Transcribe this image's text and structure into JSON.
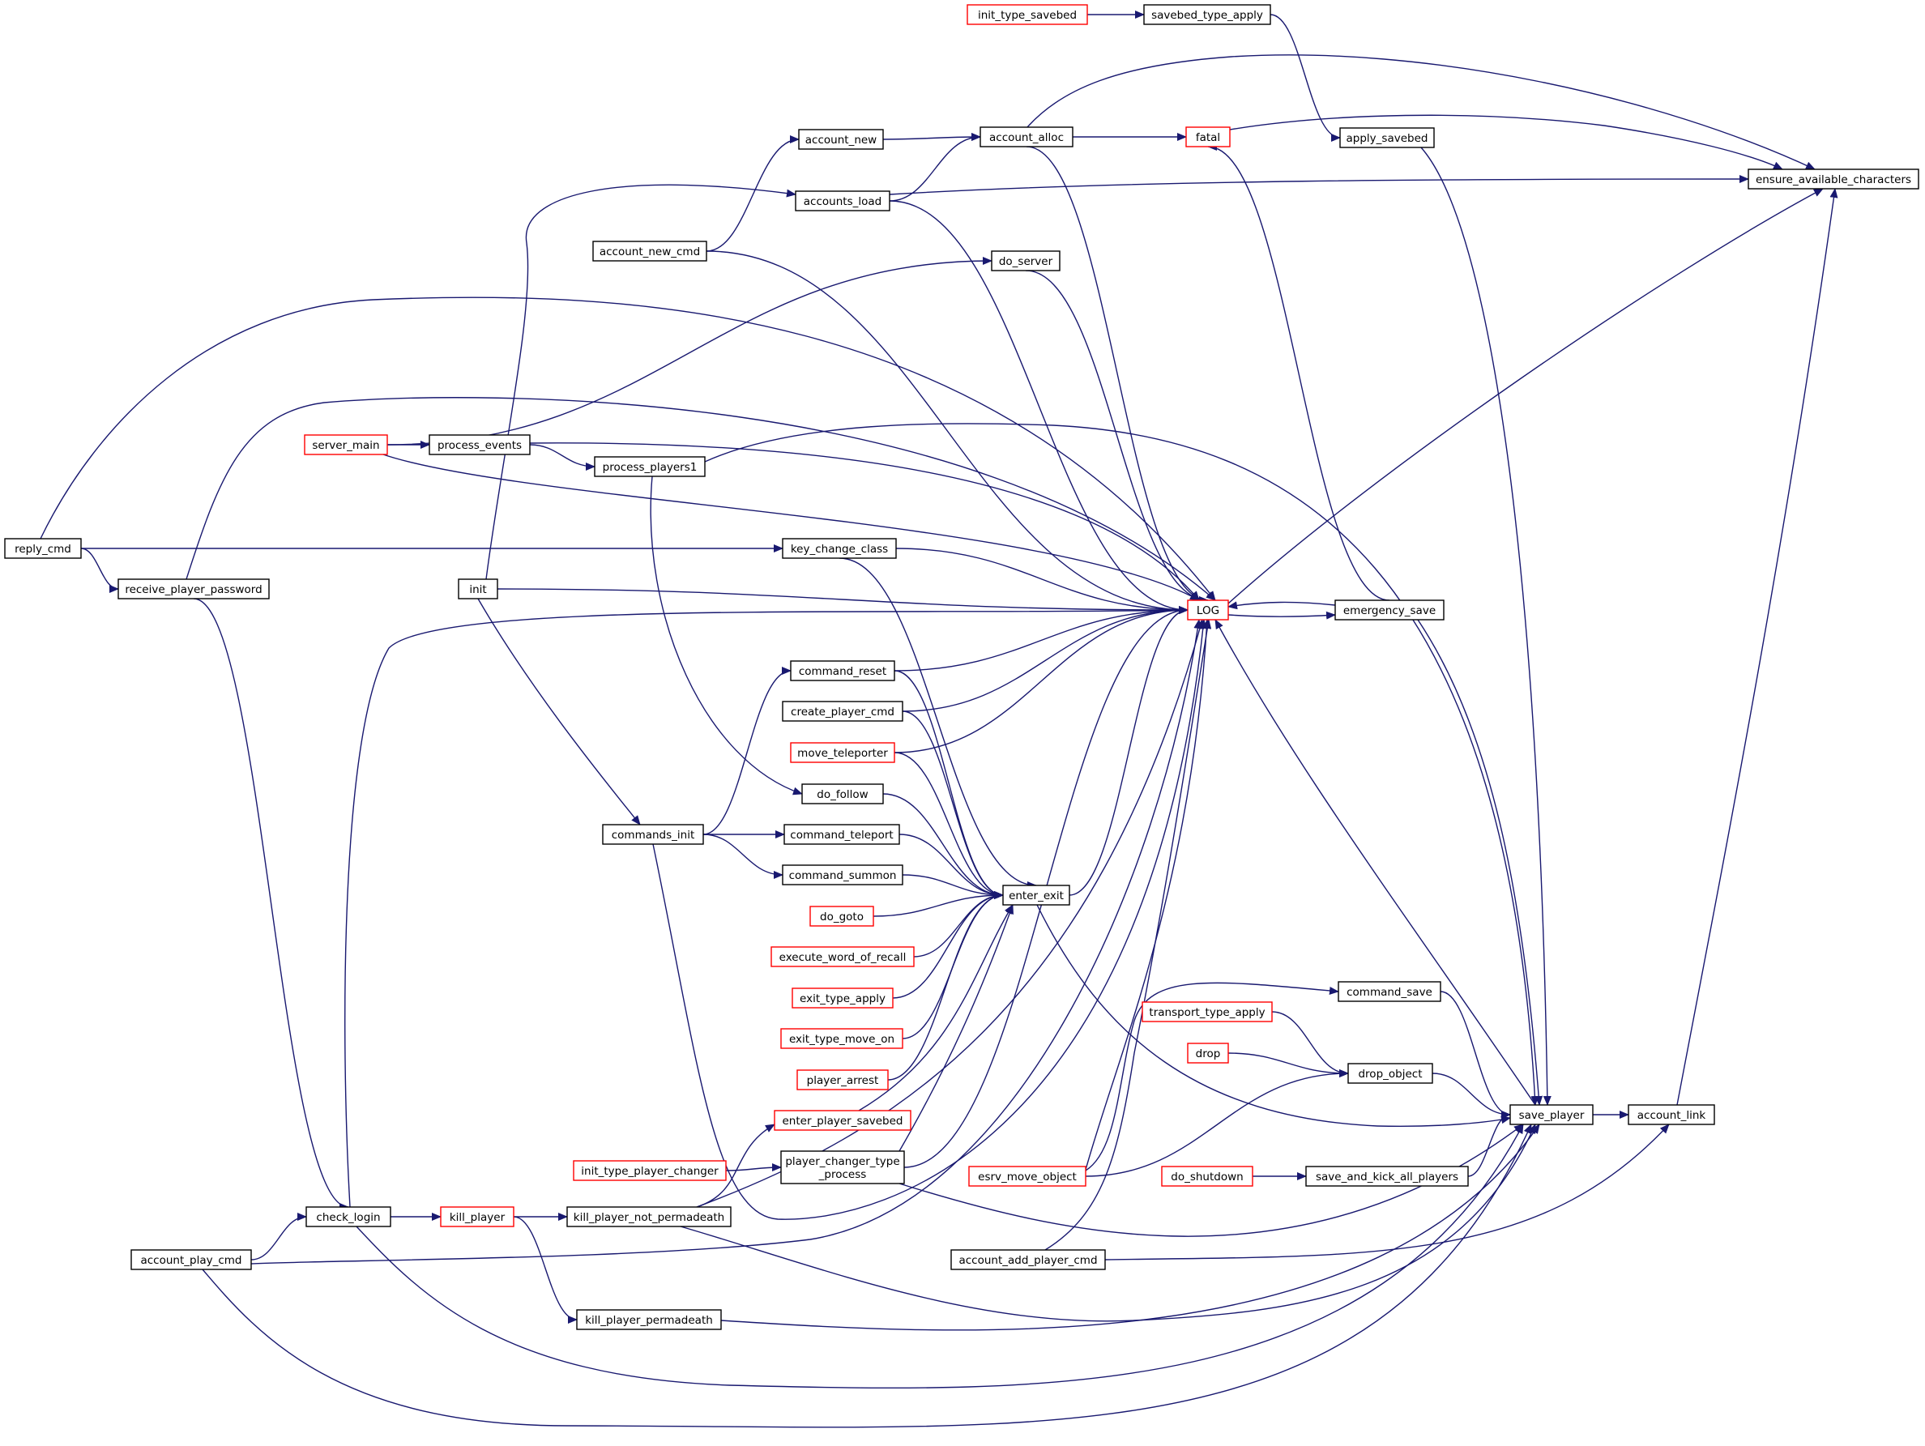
{
  "graph": {
    "colors": {
      "edge": "#191970",
      "node_border": "#000000",
      "node_border_truncated": "#ff0000",
      "highlight_fill": "#bfbfbf",
      "text": "#000000"
    },
    "nodes": {
      "ensure_available_characters": {
        "label": "ensure_available_characters",
        "style": "highlight"
      },
      "init_type_savebed": {
        "label": "init_type_savebed",
        "style": "truncated"
      },
      "savebed_type_apply": {
        "label": "savebed_type_apply",
        "style": "normal"
      },
      "apply_savebed": {
        "label": "apply_savebed",
        "style": "normal"
      },
      "account_new": {
        "label": "account_new",
        "style": "normal"
      },
      "account_alloc": {
        "label": "account_alloc",
        "style": "normal"
      },
      "fatal": {
        "label": "fatal",
        "style": "truncated"
      },
      "accounts_load": {
        "label": "accounts_load",
        "style": "normal"
      },
      "account_new_cmd": {
        "label": "account_new_cmd",
        "style": "normal"
      },
      "do_server": {
        "label": "do_server",
        "style": "normal"
      },
      "server_main": {
        "label": "server_main",
        "style": "truncated"
      },
      "process_events": {
        "label": "process_events",
        "style": "normal"
      },
      "process_players1": {
        "label": "process_players1",
        "style": "normal"
      },
      "reply_cmd": {
        "label": "reply_cmd",
        "style": "normal"
      },
      "receive_player_password": {
        "label": "receive_player_password",
        "style": "normal"
      },
      "key_change_class": {
        "label": "key_change_class",
        "style": "normal"
      },
      "init": {
        "label": "init",
        "style": "normal"
      },
      "LOG": {
        "label": "LOG",
        "style": "truncated"
      },
      "emergency_save": {
        "label": "emergency_save",
        "style": "normal"
      },
      "command_reset": {
        "label": "command_reset",
        "style": "normal"
      },
      "create_player_cmd": {
        "label": "create_player_cmd",
        "style": "normal"
      },
      "move_teleporter": {
        "label": "move_teleporter",
        "style": "truncated"
      },
      "do_follow": {
        "label": "do_follow",
        "style": "normal"
      },
      "commands_init": {
        "label": "commands_init",
        "style": "normal"
      },
      "command_teleport": {
        "label": "command_teleport",
        "style": "normal"
      },
      "command_summon": {
        "label": "command_summon",
        "style": "normal"
      },
      "enter_exit": {
        "label": "enter_exit",
        "style": "normal"
      },
      "do_goto": {
        "label": "do_goto",
        "style": "truncated"
      },
      "execute_word_of_recall": {
        "label": "execute_word_of_recall",
        "style": "truncated"
      },
      "exit_type_apply": {
        "label": "exit_type_apply",
        "style": "truncated"
      },
      "exit_type_move_on": {
        "label": "exit_type_move_on",
        "style": "truncated"
      },
      "player_arrest": {
        "label": "player_arrest",
        "style": "truncated"
      },
      "enter_player_savebed": {
        "label": "enter_player_savebed",
        "style": "truncated"
      },
      "init_type_player_changer": {
        "label": "init_type_player_changer",
        "style": "truncated"
      },
      "player_changer_type_process": {
        "label": "player_changer_type\n_process",
        "style": "normal"
      },
      "check_login": {
        "label": "check_login",
        "style": "normal"
      },
      "kill_player": {
        "label": "kill_player",
        "style": "truncated"
      },
      "kill_player_not_permadeath": {
        "label": "kill_player_not_permadeath",
        "style": "normal"
      },
      "account_play_cmd": {
        "label": "account_play_cmd",
        "style": "normal"
      },
      "kill_player_permadeath": {
        "label": "kill_player_permadeath",
        "style": "normal"
      },
      "command_save": {
        "label": "command_save",
        "style": "normal"
      },
      "transport_type_apply": {
        "label": "transport_type_apply",
        "style": "truncated"
      },
      "drop": {
        "label": "drop",
        "style": "truncated"
      },
      "drop_object": {
        "label": "drop_object",
        "style": "normal"
      },
      "save_player": {
        "label": "save_player",
        "style": "normal"
      },
      "account_link": {
        "label": "account_link",
        "style": "normal"
      },
      "esrv_move_object": {
        "label": "esrv_move_object",
        "style": "truncated"
      },
      "do_shutdown": {
        "label": "do_shutdown",
        "style": "truncated"
      },
      "save_and_kick_all_players": {
        "label": "save_and_kick_all_players",
        "style": "normal"
      },
      "account_add_player_cmd": {
        "label": "account_add_player_cmd",
        "style": "normal"
      }
    },
    "edges": [
      [
        "init_type_savebed",
        "savebed_type_apply"
      ],
      [
        "savebed_type_apply",
        "apply_savebed"
      ],
      [
        "apply_savebed",
        "save_player"
      ],
      [
        "account_new",
        "account_alloc"
      ],
      [
        "accounts_load",
        "account_alloc"
      ],
      [
        "account_alloc",
        "ensure_available_characters"
      ],
      [
        "account_alloc",
        "fatal"
      ],
      [
        "fatal",
        "ensure_available_characters"
      ],
      [
        "accounts_load",
        "ensure_available_characters"
      ],
      [
        "LOG",
        "ensure_available_characters"
      ],
      [
        "account_link",
        "ensure_available_characters"
      ],
      [
        "account_new_cmd",
        "account_new"
      ],
      [
        "init",
        "accounts_load"
      ],
      [
        "server_main",
        "do_server"
      ],
      [
        "server_main",
        "process_events"
      ],
      [
        "process_events",
        "process_players1"
      ],
      [
        "reply_cmd",
        "receive_player_password"
      ],
      [
        "reply_cmd",
        "key_change_class"
      ],
      [
        "init",
        "commands_init"
      ],
      [
        "commands_init",
        "command_reset"
      ],
      [
        "process_players1",
        "do_follow"
      ],
      [
        "commands_init",
        "command_teleport"
      ],
      [
        "commands_init",
        "command_summon"
      ],
      [
        "receive_player_password",
        "check_login"
      ],
      [
        "account_play_cmd",
        "check_login"
      ],
      [
        "check_login",
        "kill_player"
      ],
      [
        "kill_player",
        "kill_player_not_permadeath"
      ],
      [
        "kill_player",
        "kill_player_permadeath"
      ],
      [
        "init_type_player_changer",
        "player_changer_type_process"
      ],
      [
        "kill_player_not_permadeath",
        "enter_player_savebed"
      ],
      [
        "emergency_save",
        "LOG"
      ],
      [
        "LOG",
        "emergency_save"
      ],
      [
        "emergency_save",
        "fatal"
      ],
      [
        "emergency_save",
        "save_player"
      ],
      [
        "account_alloc",
        "LOG"
      ],
      [
        "accounts_load",
        "LOG"
      ],
      [
        "account_new_cmd",
        "LOG"
      ],
      [
        "do_server",
        "LOG"
      ],
      [
        "reply_cmd",
        "LOG"
      ],
      [
        "receive_player_password",
        "LOG"
      ],
      [
        "process_events",
        "LOG"
      ],
      [
        "server_main",
        "LOG"
      ],
      [
        "key_change_class",
        "LOG"
      ],
      [
        "init",
        "LOG"
      ],
      [
        "check_login",
        "LOG"
      ],
      [
        "command_reset",
        "LOG"
      ],
      [
        "create_player_cmd",
        "LOG"
      ],
      [
        "move_teleporter",
        "LOG"
      ],
      [
        "enter_exit",
        "LOG"
      ],
      [
        "player_changer_type_process",
        "LOG"
      ],
      [
        "commands_init",
        "LOG"
      ],
      [
        "esrv_move_object",
        "LOG"
      ],
      [
        "account_add_player_cmd",
        "LOG"
      ],
      [
        "kill_player_not_permadeath",
        "LOG"
      ],
      [
        "save_player",
        "LOG"
      ],
      [
        "key_change_class",
        "enter_exit"
      ],
      [
        "command_reset",
        "enter_exit"
      ],
      [
        "create_player_cmd",
        "enter_exit"
      ],
      [
        "move_teleporter",
        "enter_exit"
      ],
      [
        "do_follow",
        "enter_exit"
      ],
      [
        "command_teleport",
        "enter_exit"
      ],
      [
        "command_summon",
        "enter_exit"
      ],
      [
        "do_goto",
        "enter_exit"
      ],
      [
        "execute_word_of_recall",
        "enter_exit"
      ],
      [
        "exit_type_apply",
        "enter_exit"
      ],
      [
        "exit_type_move_on",
        "enter_exit"
      ],
      [
        "player_arrest",
        "enter_exit"
      ],
      [
        "enter_player_savebed",
        "enter_exit"
      ],
      [
        "player_changer_type_process",
        "enter_exit"
      ],
      [
        "enter_exit",
        "save_player"
      ],
      [
        "esrv_move_object",
        "command_save"
      ],
      [
        "transport_type_apply",
        "drop_object"
      ],
      [
        "drop",
        "drop_object"
      ],
      [
        "esrv_move_object",
        "drop_object"
      ],
      [
        "command_save",
        "save_player"
      ],
      [
        "drop_object",
        "save_player"
      ],
      [
        "save_and_kick_all_players",
        "save_player"
      ],
      [
        "do_shutdown",
        "save_and_kick_all_players"
      ],
      [
        "save_player",
        "account_link"
      ],
      [
        "account_add_player_cmd",
        "account_link"
      ],
      [
        "process_players1",
        "save_player"
      ],
      [
        "player_changer_type_process",
        "save_player"
      ],
      [
        "kill_player_not_permadeath",
        "save_player"
      ],
      [
        "kill_player_permadeath",
        "save_player"
      ],
      [
        "check_login",
        "save_player"
      ],
      [
        "account_play_cmd",
        "save_player"
      ],
      [
        "account_play_cmd",
        "LOG"
      ]
    ]
  }
}
